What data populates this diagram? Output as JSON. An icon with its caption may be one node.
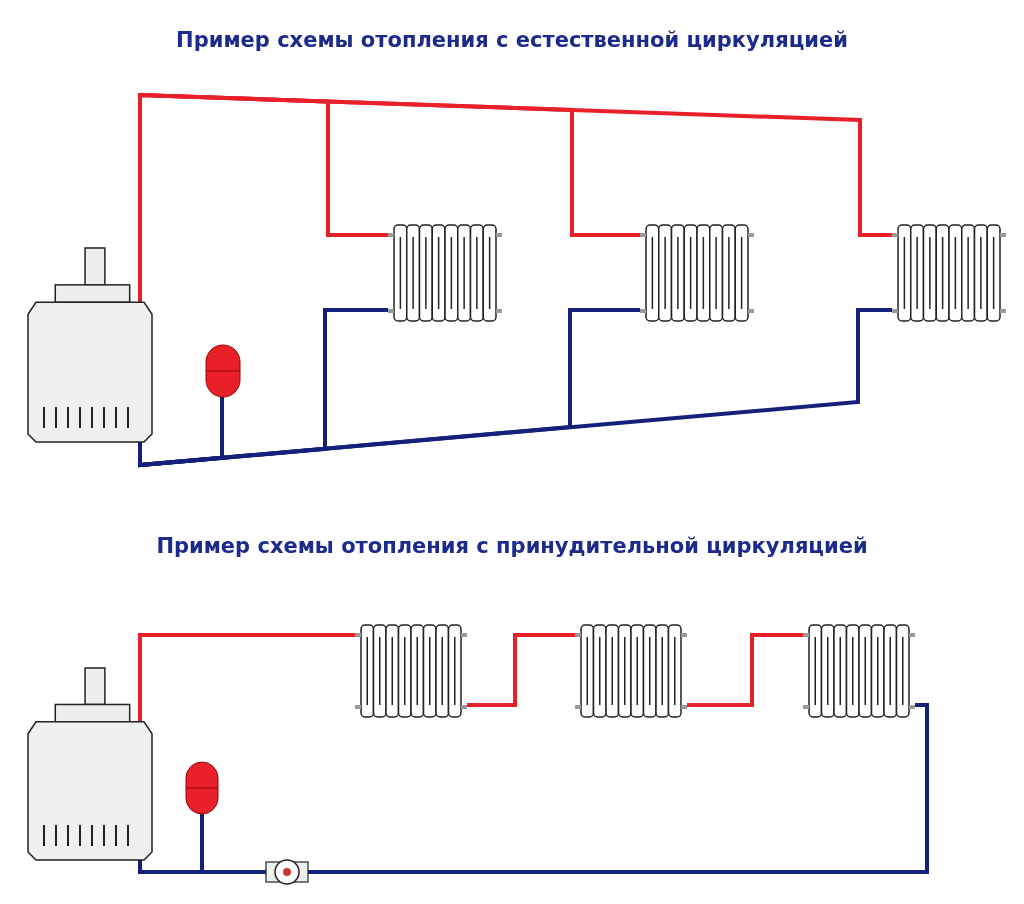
{
  "diagram": {
    "title": "Пример схемы отопления с естественной циркуляцией",
    "nodes": [
      {
        "text": [],
        "shape": "picture"
      },
      {
        "text": [],
        "shape": "picture"
      },
      {
        "text": [],
        "shape": "picture"
      },
      {
        "text": [],
        "shape": "picture"
      },
      {
        "text": [],
        "shape": "picture"
      },
      {
        "text": [],
        "shape": "picture"
      },
      {
        "text": [],
        "shape": "picture"
      },
      {
        "text": [],
        "shape": "picture"
      },
      {
        "text": [],
        "shape": "picture"
      },
      {
        "text": [],
        "shape": "picture"
      },
      {
        "text": [],
        "shape": "picture"
      }
    ],
    "edges": [
      {
        "from": 0,
        "to": 2,
        "arrow": "none",
        "color": "#e8202a"
      },
      {
        "from": 0,
        "to": 3,
        "arrow": "none",
        "color": "#e8202a"
      },
      {
        "from": 0,
        "to": 4,
        "arrow": "none",
        "color": "#e8202a"
      },
      {
        "from": 2,
        "to": 0,
        "arrow": "none",
        "color": "#14207a"
      },
      {
        "from": 3,
        "to": 0,
        "arrow": "none",
        "color": "#14207a"
      },
      {
        "from": 4,
        "to": 0,
        "arrow": "none",
        "color": "#14207a"
      },
      {
        "from": 1,
        "to": 0,
        "arrow": "none",
        "color": "#14207a"
      },
      {
        "from": 5,
        "to": 7,
        "arrow": "none",
        "color": "#e8202a"
      },
      {
        "from": 7,
        "to": 8,
        "arrow": "none",
        "color": "#e8202a"
      },
      {
        "from": 8,
        "to": 9,
        "arrow": "none",
        "color": "#e8202a"
      },
      {
        "from": 9,
        "to": 10,
        "arrow": "none",
        "color": "#14207a"
      },
      {
        "from": 10,
        "to": 5,
        "arrow": "none",
        "color": "#14207a"
      },
      {
        "from": 6,
        "to": 5,
        "arrow": "none",
        "color": "#14207a"
      }
    ],
    "labels": [
      "Пример схемы отопления с принудительной циркуляцией"
    ]
  }
}
